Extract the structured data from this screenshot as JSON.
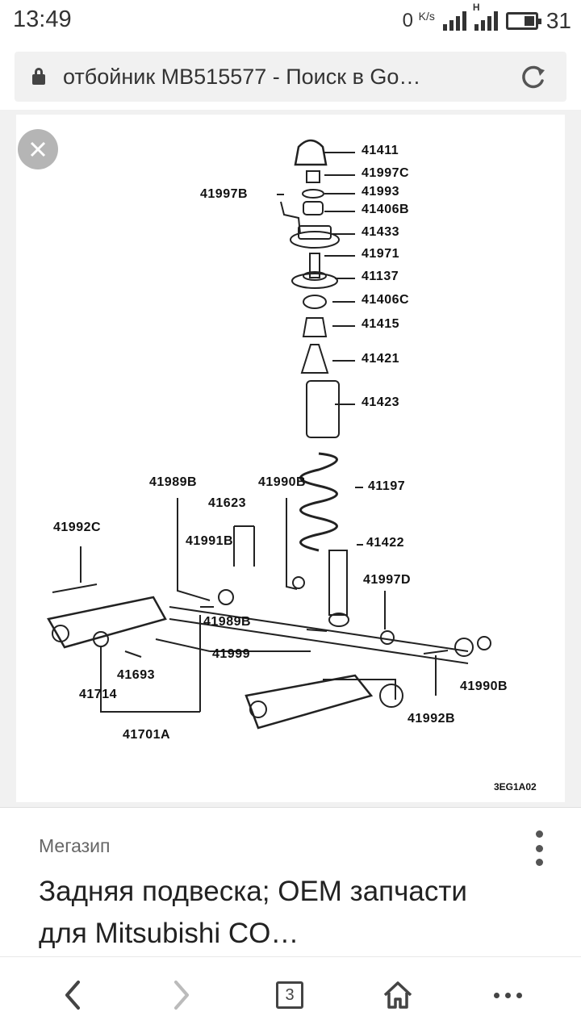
{
  "status_bar": {
    "time": "13:49",
    "speed_value": "0",
    "speed_unit": "K/s",
    "network_type": "H",
    "battery_level": "31"
  },
  "address_bar": {
    "url_text": "отбойник MB515577 - Поиск в Go…"
  },
  "image_viewer": {
    "part_labels": [
      "41411",
      "41997C",
      "41997B",
      "41993",
      "41406B",
      "41433",
      "41971",
      "41137",
      "41406C",
      "41415",
      "41421",
      "41423",
      "41989B",
      "41990B",
      "41197",
      "41623",
      "41992C",
      "41991B",
      "41422",
      "41997D",
      "41989B",
      "41999",
      "41693",
      "41714",
      "41990B",
      "41992B",
      "41701A"
    ],
    "drawing_code": "3EG1A02"
  },
  "result_card": {
    "source": "Мегазип",
    "title": "Задняя подвеска; OEM запчасти для Mitsubishi CO…"
  },
  "bottom_nav": {
    "tab_count": "3"
  },
  "colors": {
    "page_bg": "#ffffff",
    "viewer_bg": "#f1f1f1",
    "close_button": "#b5b5b5",
    "text_dark": "#222222",
    "text_muted": "#666666"
  }
}
